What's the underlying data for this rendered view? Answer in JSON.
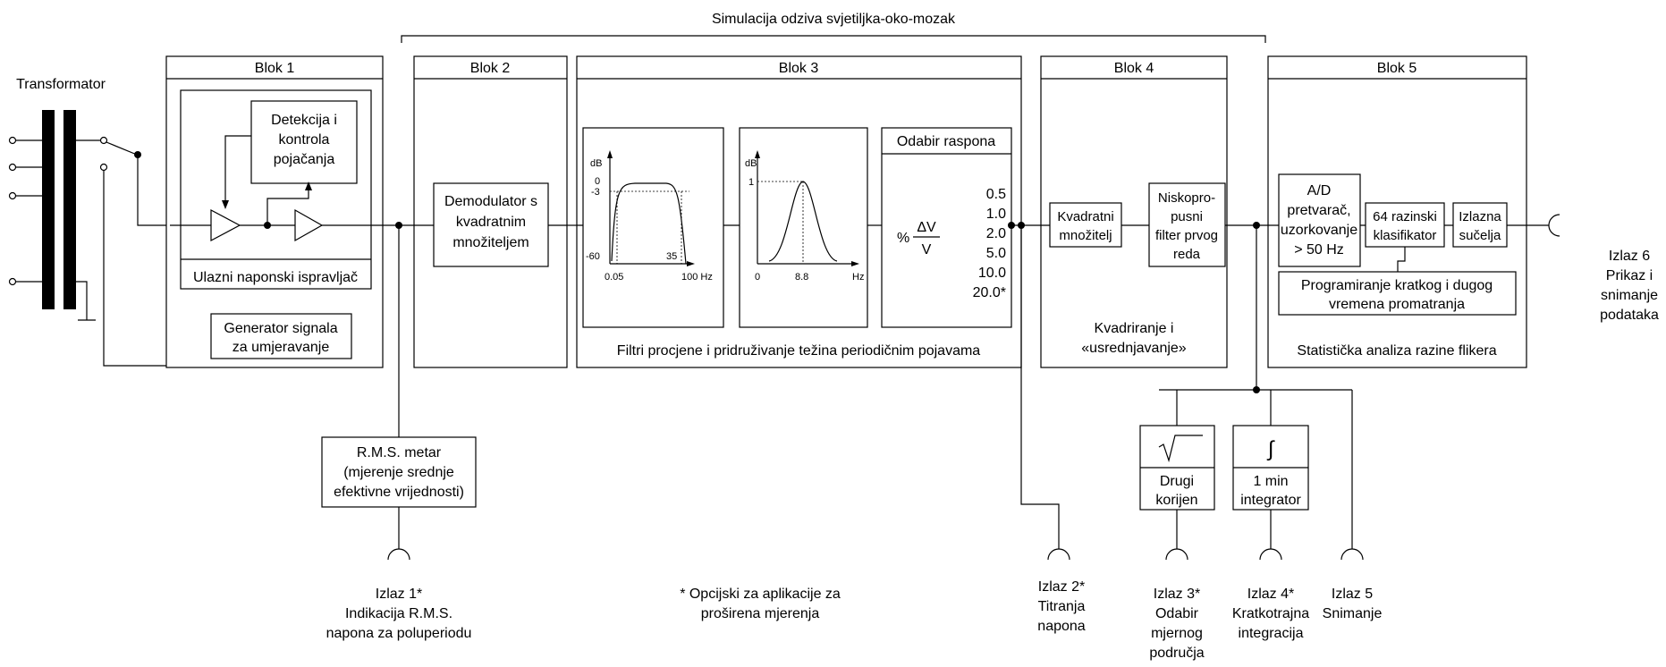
{
  "diagram": {
    "title": "Simulacija odziva svjetiljka-oko-mozak",
    "transformer": "Transformator",
    "blocks": {
      "b1": "Blok 1",
      "b2": "Blok 2",
      "b3": "Blok 3",
      "b4": "Blok 4",
      "b5": "Blok 5"
    },
    "block1": {
      "agc": [
        "Detekcija i",
        "kontrola",
        "pojačanja"
      ],
      "rectifier": "Ulazni naponski ispravljač",
      "generator": [
        "Generator signala",
        "za umjeravanje"
      ]
    },
    "block2": {
      "demod": [
        "Demodulator s",
        "kvadratnim",
        "množiteljem"
      ]
    },
    "block3": {
      "bandpass": {
        "db": "dB",
        "zero": "0",
        "minus3": "-3",
        "minus60": "-60",
        "f35": "35",
        "f005": "0.05",
        "f100": "100 Hz"
      },
      "weighting": {
        "db": "dB",
        "one": "1",
        "zero": "0",
        "f88": "8.8",
        "hz": "Hz"
      },
      "range": {
        "title": "Odabir raspona",
        "percent": "%",
        "delta_v": "ΔV",
        "v": "V",
        "values": [
          "0.5",
          "1.0",
          "2.0",
          "5.0",
          "10.0",
          "20.0*"
        ]
      },
      "caption": "Filtri procjene i pridruživanje težina periodičnim pojavama"
    },
    "block4": {
      "square": [
        "Kvadratni",
        "množitelj"
      ],
      "lowpass": [
        "Niskopro-",
        "pusni",
        "filter prvog",
        "reda"
      ],
      "caption": [
        "Kvadriranje i",
        "«usrednjavanje»"
      ]
    },
    "block5": {
      "adc": [
        "A/D",
        "pretvarač,",
        "uzorkovanje",
        "> 50 Hz"
      ],
      "classifier": [
        "64 razinski",
        "klasifikator"
      ],
      "interface": [
        "Izlazna",
        "sučelja"
      ],
      "program": [
        "Programiranje kratkog i dugog",
        "vremena promatranja"
      ],
      "caption": "Statistička analiza razine flikera"
    },
    "rms": [
      "R.M.S. metar",
      "(mjerenje srednje",
      "efektivne vrijednosti)"
    ],
    "sqrt_box": {
      "symbol": "√",
      "label": [
        "Drugi",
        "korijen"
      ]
    },
    "int_box": {
      "symbol": "∫",
      "label": [
        "1 min",
        "integrator"
      ]
    },
    "note": [
      "* Opcijski za aplikacije za",
      "proširena mjerenja"
    ],
    "outputs": {
      "o1": [
        "Izlaz 1*",
        "Indikacija R.M.S.",
        "napona za poluperiodu"
      ],
      "o2": [
        "Izlaz 2*",
        "Titranja",
        "napona"
      ],
      "o3": [
        "Izlaz 3*",
        "Odabir",
        "mjernog",
        "područja"
      ],
      "o4": [
        "Izlaz 4*",
        "Kratkotrajna",
        "integracija"
      ],
      "o5": [
        "Izlaz 5",
        "Snimanje"
      ],
      "o6": [
        "Izlaz 6",
        "Prikaz i",
        "snimanje",
        "podataka"
      ]
    }
  }
}
